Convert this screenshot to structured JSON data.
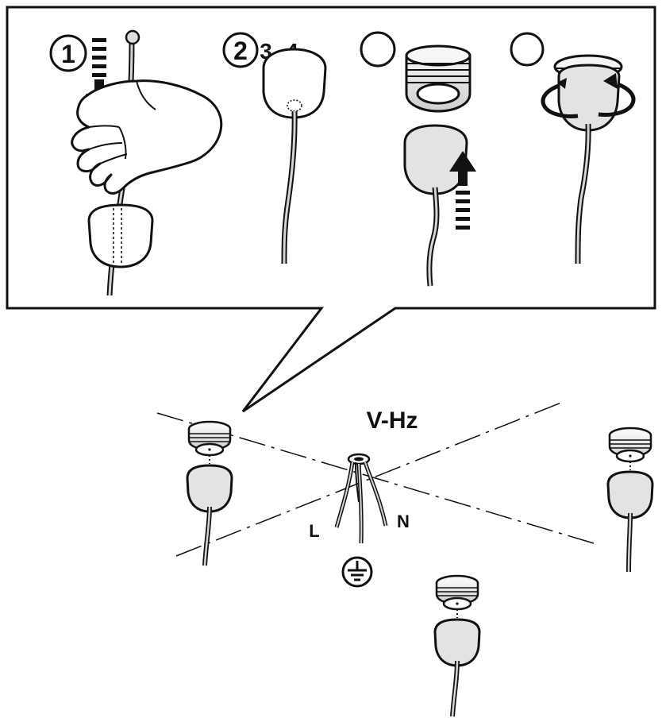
{
  "steps": [
    {
      "number": "1"
    },
    {
      "number": "2"
    },
    {
      "number": "3"
    },
    {
      "number": "4"
    }
  ],
  "supply": {
    "label": "V-Hz",
    "live": "L",
    "neutral": "N",
    "earth_icon": "ground-symbol-icon"
  },
  "colors": {
    "line": "#111111",
    "fill": "#e3e3e3",
    "background": "#ffffff"
  }
}
